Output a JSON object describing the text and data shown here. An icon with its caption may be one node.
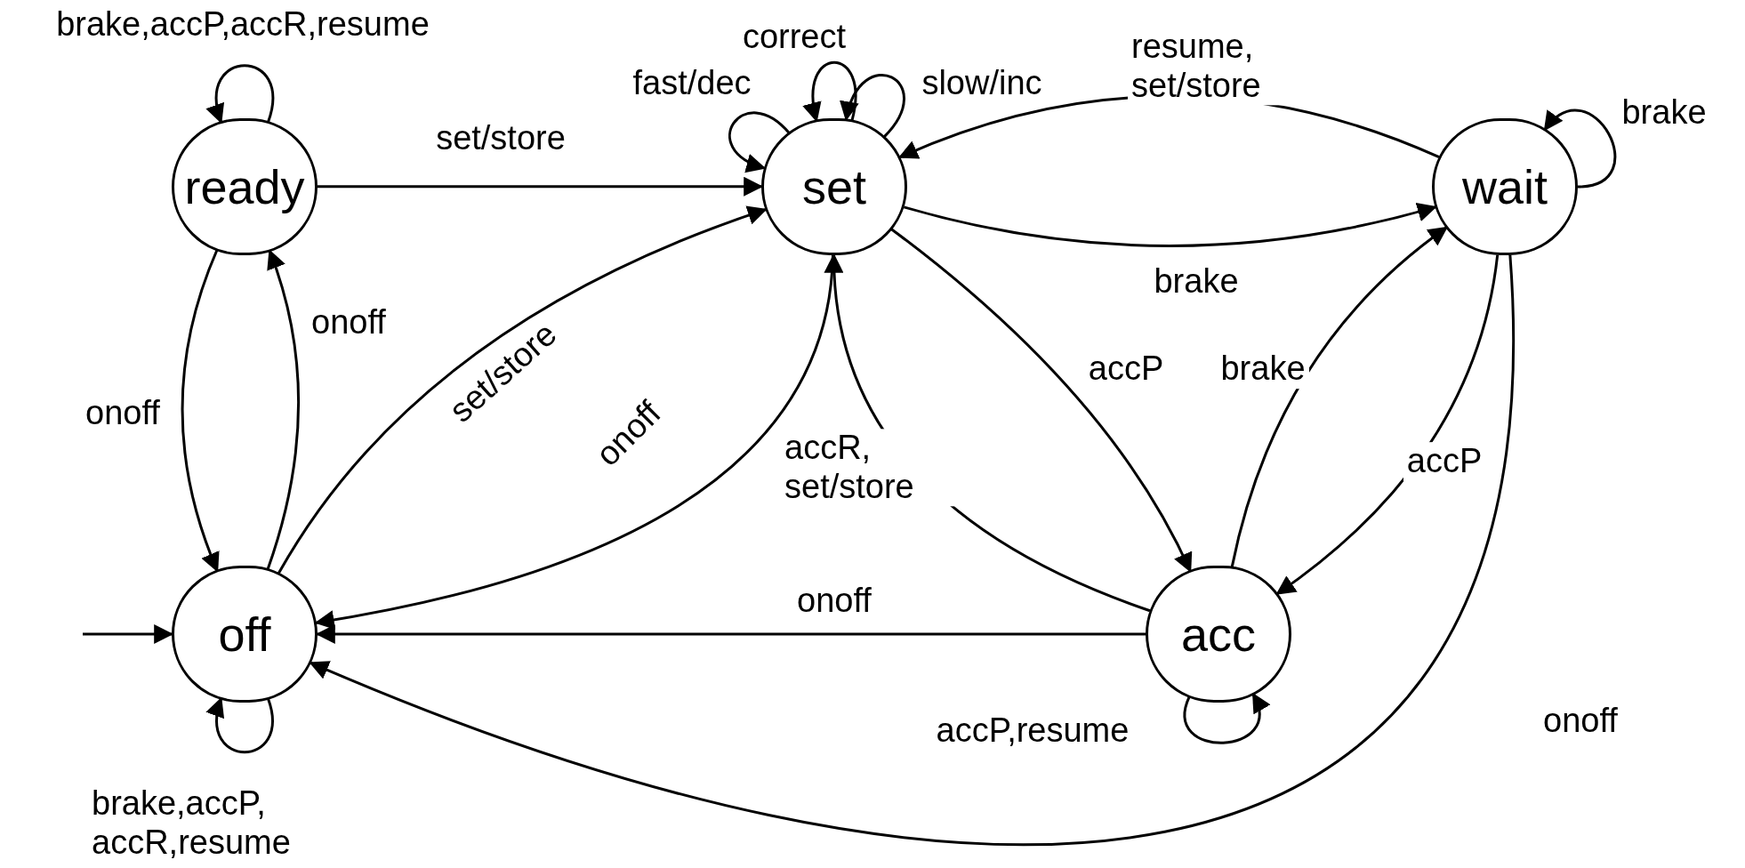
{
  "diagram": {
    "nodes": [
      {
        "text": [
          "ready"
        ]
      },
      {
        "text": [
          "set"
        ]
      },
      {
        "text": [
          "wait"
        ]
      },
      {
        "text": [
          "off"
        ]
      },
      {
        "text": [
          "acc"
        ]
      }
    ],
    "edges": [
      {
        "from": 0,
        "to": 1,
        "arrow": "to",
        "label": "set/store"
      },
      {
        "from": 0,
        "to": 3,
        "arrow": "to",
        "label": "onoff"
      },
      {
        "from": 3,
        "to": 0,
        "arrow": "to",
        "label": "onoff"
      },
      {
        "from": 3,
        "to": 1,
        "arrow": "to",
        "label": "set/store"
      },
      {
        "from": 1,
        "to": 3,
        "arrow": "to",
        "label": "onoff"
      },
      {
        "from": 1,
        "to": 2,
        "arrow": "to",
        "label": "brake"
      },
      {
        "from": 2,
        "to": 1,
        "arrow": "to",
        "label": "resume, set/store"
      },
      {
        "from": 1,
        "to": 4,
        "arrow": "to",
        "label": "accP"
      },
      {
        "from": 4,
        "to": 1,
        "arrow": "to",
        "label": "accR, set/store"
      },
      {
        "from": 4,
        "to": 2,
        "arrow": "to",
        "label": "brake"
      },
      {
        "from": 2,
        "to": 4,
        "arrow": "to",
        "label": "accP"
      },
      {
        "from": 4,
        "to": 3,
        "arrow": "to",
        "label": "onoff"
      },
      {
        "from": 2,
        "to": 3,
        "arrow": "to",
        "label": "onoff"
      },
      {
        "from": null,
        "to": 3,
        "arrow": "to"
      },
      {
        "from": 0,
        "to": 0,
        "arrow": "to",
        "label": "brake,accP,accR,resume"
      },
      {
        "from": 1,
        "to": 1,
        "arrow": "to",
        "label": "fast/dec"
      },
      {
        "from": 1,
        "to": 1,
        "arrow": "to",
        "label": "correct"
      },
      {
        "from": 1,
        "to": 1,
        "arrow": "to",
        "label": "slow/inc"
      },
      {
        "from": 2,
        "to": 2,
        "arrow": "to",
        "label": "brake"
      },
      {
        "from": 3,
        "to": 3,
        "arrow": "to",
        "label": "brake,accP, accR,resume"
      },
      {
        "from": 4,
        "to": 4,
        "arrow": "to",
        "label": "accP,resume"
      }
    ]
  }
}
